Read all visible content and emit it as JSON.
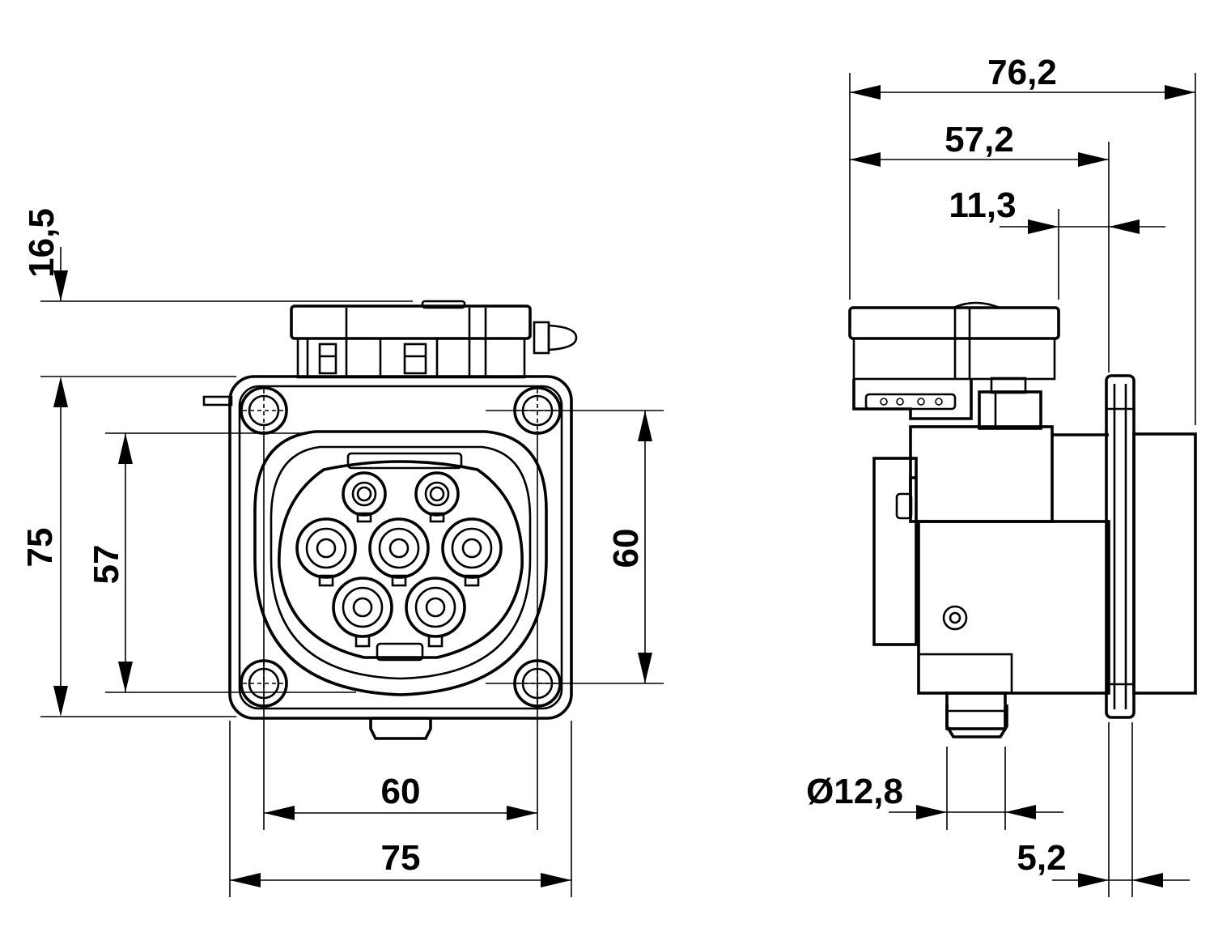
{
  "front_view": {
    "dimensions": {
      "top_offset": "16,5",
      "height_outer": "75",
      "height_hole_spacing": "57",
      "height_right_hole_spacing": "60",
      "width_hole_spacing": "60",
      "width_outer": "75"
    }
  },
  "side_view": {
    "dimensions": {
      "total_depth": "76,2",
      "depth_to_flange": "57,2",
      "cover_offset": "11,3",
      "drain_diameter": "Ø12,8",
      "flange_thickness": "5,2"
    }
  }
}
